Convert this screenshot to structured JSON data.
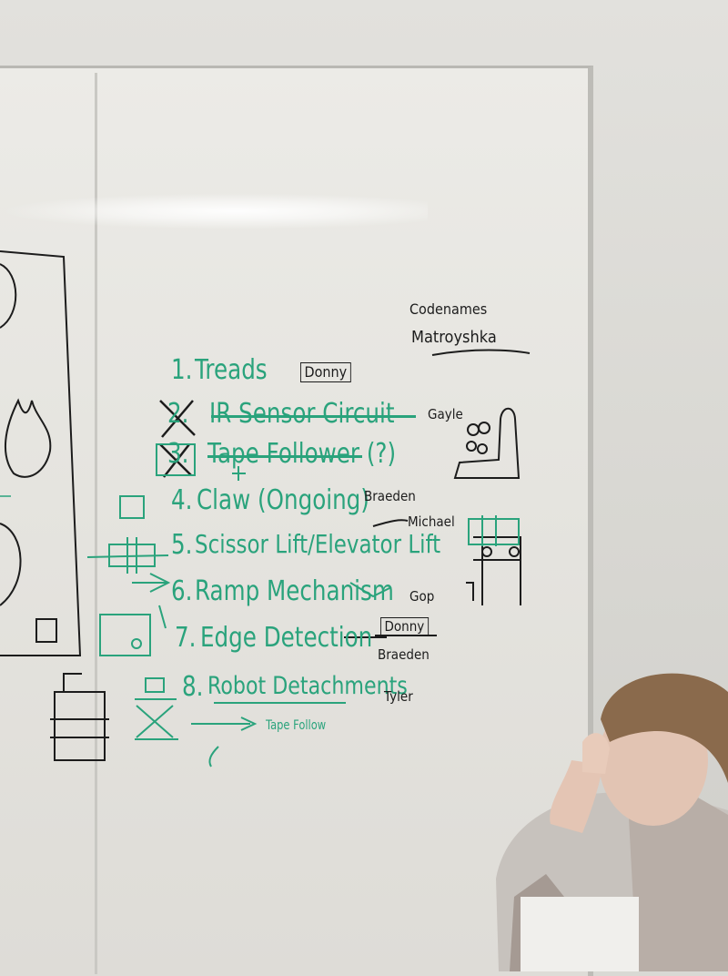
{
  "header": {
    "codenames_label": "Codenames",
    "codename": "Matroyshka"
  },
  "tasks": [
    {
      "number": "1.",
      "title": "Treads",
      "owner": "Donny",
      "status": "active"
    },
    {
      "number": "2.",
      "title": "IR Sensor Circuit",
      "owner": "Gayle",
      "status": "crossed-out"
    },
    {
      "number": "3.",
      "title": "Tape Follower (?)",
      "owner": "",
      "status": "crossed-out"
    },
    {
      "number": "4.",
      "title": "Claw (Ongoing)",
      "owner": "Braeden",
      "status": "active"
    },
    {
      "number": "5.",
      "title": "Scissor Lift/Elevator Lift",
      "owner": "Michael",
      "status": "active"
    },
    {
      "number": "6.",
      "title": "Ramp Mechanism",
      "owner": "Gop",
      "status": "active"
    },
    {
      "number": "7.",
      "title": "Edge Detection",
      "owner": "Donny",
      "owner2": "Braeden",
      "status": "active"
    },
    {
      "number": "8.",
      "title": "Robot Detachments",
      "owner": "Tyler",
      "status": "active"
    }
  ],
  "notes": {
    "tape_follow": "Tape Follow"
  },
  "colors": {
    "green_marker": "#2aa37c",
    "black_marker": "#1c1c1c",
    "board": "#e8e7e3",
    "wall": "#d9d9d4"
  }
}
